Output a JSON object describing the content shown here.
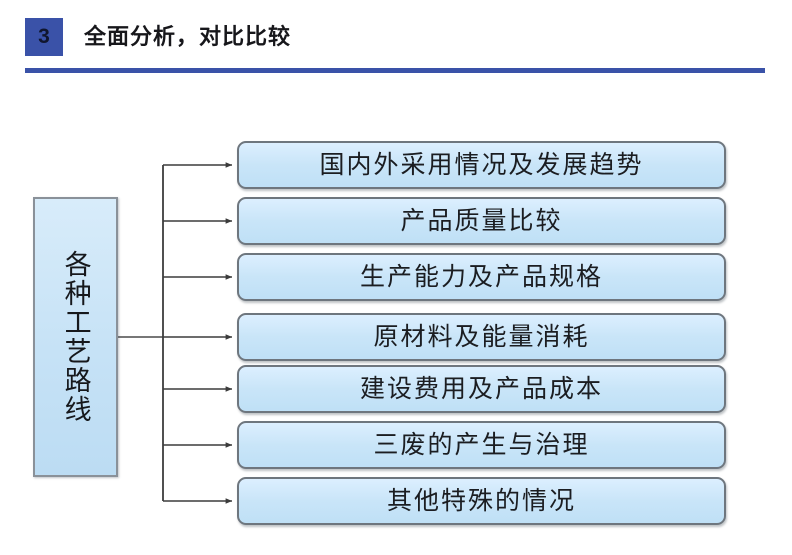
{
  "header": {
    "slide_number": "3",
    "title": "全面分析，对比比较",
    "accent_color": "#3a52a8",
    "rule_color": "#3a52a8"
  },
  "diagram": {
    "type": "tree",
    "root": {
      "label": "各种工艺路线",
      "orientation": "vertical",
      "fill_color": "#c6e2f6",
      "border_color": "#8a9199"
    },
    "branch_style": {
      "line_color": "#3c3c3c",
      "arrow": "right-arrow"
    },
    "leaves": [
      {
        "label": "国内外采用情况及发展趋势"
      },
      {
        "label": "产品质量比较"
      },
      {
        "label": "生产能力及产品规格"
      },
      {
        "label": "原材料及能量消耗"
      },
      {
        "label": "建设费用及产品成本"
      },
      {
        "label": "三废的产生与治理"
      },
      {
        "label": "其他特殊的情况"
      }
    ],
    "leaf_style": {
      "fill_color": "#c9e5f8",
      "border_color": "#6e767e"
    }
  }
}
